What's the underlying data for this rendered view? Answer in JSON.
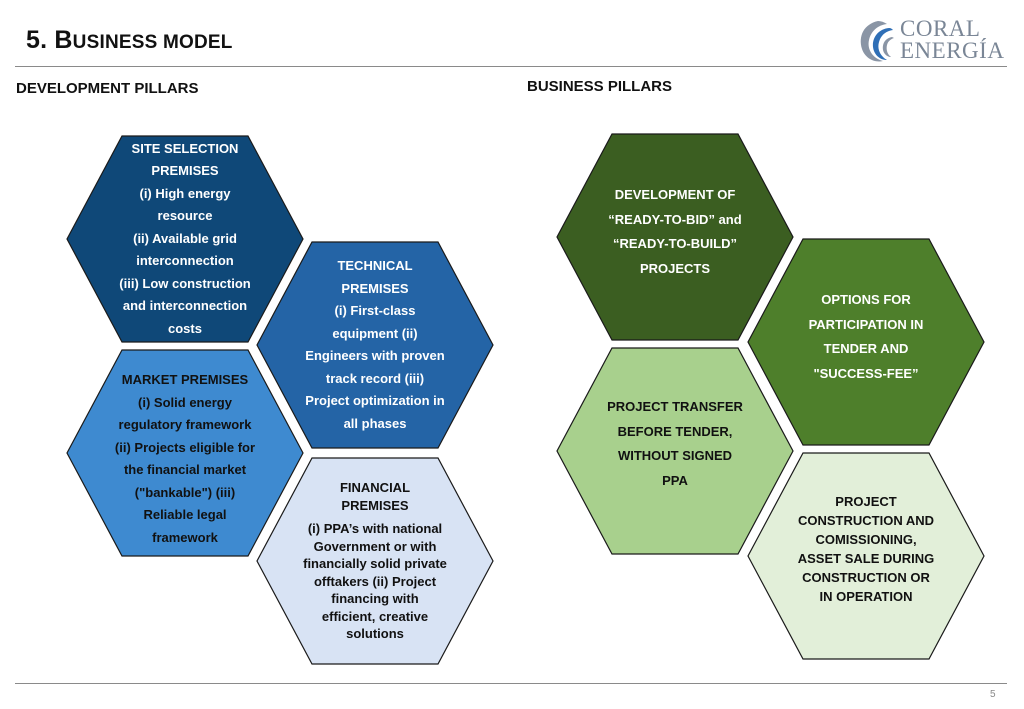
{
  "header": {
    "number": "5.",
    "title_cap": "B",
    "title_rest": "USINESS MODEL"
  },
  "logo": {
    "line1": "CORAL",
    "line2": "ENERGÍA",
    "icon": "coral-swirl-icon"
  },
  "sections": {
    "development_heading": "DEVELOPMENT PILLARS",
    "business_heading": "BUSINESS PILLARS"
  },
  "development_pillars": [
    {
      "title_lines": [
        "SITE SELECTION",
        "PREMISES"
      ],
      "body_lines": [
        "(i) High energy",
        "resource",
        "(ii) Available grid",
        "interconnection",
        "(iii) Low construction",
        "and interconnection",
        "costs"
      ]
    },
    {
      "title_lines": [
        "TECHNICAL",
        "PREMISES"
      ],
      "body_lines": [
        "(i) First-class",
        "equipment (ii)",
        "Engineers with proven",
        "track record (iii)",
        "Project optimization in",
        "all phases"
      ]
    },
    {
      "title_lines": [
        "MARKET PREMISES"
      ],
      "body_lines": [
        "(i) Solid energy",
        "regulatory framework",
        "(ii) Projects eligible for",
        "the financial market",
        "(\"bankable\") (iii)",
        "Reliable legal",
        "framework"
      ]
    },
    {
      "title_lines": [
        "FINANCIAL",
        "PREMISES"
      ],
      "body_lines": [
        "(i) PPA’s with national",
        "Government or with",
        "financially solid private",
        "offtakers (ii) Project",
        "financing with",
        "efficient, creative",
        "solutions"
      ]
    }
  ],
  "business_pillars": [
    {
      "lines": [
        "DEVELOPMENT OF",
        "“READY-TO-BID” and",
        "“READY-TO-BUILD”",
        "PROJECTS"
      ]
    },
    {
      "lines": [
        "OPTIONS FOR",
        "PARTICIPATION IN",
        "TENDER AND",
        "\"SUCCESS-FEE”"
      ]
    },
    {
      "lines": [
        "PROJECT TRANSFER",
        "BEFORE TENDER,",
        "WITHOUT SIGNED",
        "PPA"
      ]
    },
    {
      "lines": [
        "PROJECT",
        "CONSTRUCTION AND",
        "COMISSIONING,",
        "ASSET SALE DURING",
        "CONSTRUCTION OR",
        "IN OPERATION"
      ]
    }
  ],
  "colors": {
    "site_selection": "#0f4878",
    "technical": "#2464a6",
    "market": "#3e8ad0",
    "financial": "#d8e3f4",
    "development": "#3b5e21",
    "options": "#4e7f2b",
    "transfer": "#a8d08d",
    "construction": "#e2efd9",
    "hex_border": "#1a1a1a"
  },
  "footer": {
    "page_number": "5"
  }
}
